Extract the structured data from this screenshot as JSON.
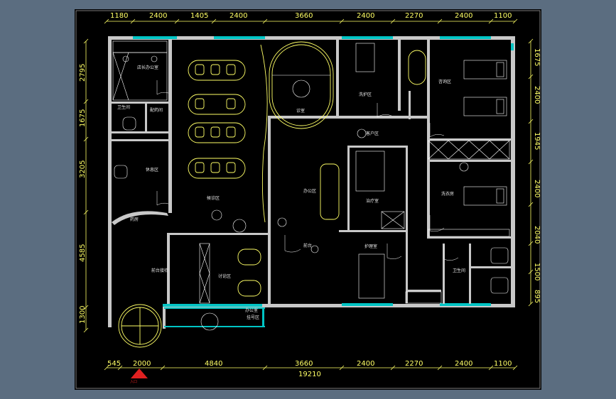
{
  "dimensions": {
    "top": [
      "1180",
      "2400",
      "1405",
      "2400",
      "3660",
      "2400",
      "2270",
      "2400",
      "1100"
    ],
    "bottom": [
      "545",
      "2000",
      "4840",
      "3660",
      "2400",
      "2270",
      "2400",
      "1100"
    ],
    "bottom_total": "19210",
    "left": [
      "2795",
      "1675",
      "3205",
      "4585",
      "1300"
    ],
    "right": [
      "1675",
      "2400",
      "1945",
      "2400",
      "2040",
      "1500",
      "895"
    ]
  },
  "rooms": {
    "r1": "店长办公室",
    "r2": "卫生间",
    "r3": "配药间",
    "r4": "休息区",
    "r5": "候诊区",
    "r6": "前台接待",
    "r7": "讨论区",
    "r8": "诊室",
    "r9": "办公区",
    "r10": "前台",
    "r11": "客户区",
    "r12": "洗护区",
    "r13": "治疗室",
    "r14": "护理室",
    "r15": "卫生间",
    "r16": "咨询区",
    "r17": "洗衣房",
    "r18": "药房",
    "r19": "办公室",
    "r20": "挂号区",
    "r21": "入口"
  },
  "colors": {
    "sheet": "#000000",
    "background": "#5b6d80",
    "dimension": "#ffff66",
    "wall": "#c8c8c8",
    "window": "#00c4c4",
    "entrance_marker": "#e02020"
  }
}
